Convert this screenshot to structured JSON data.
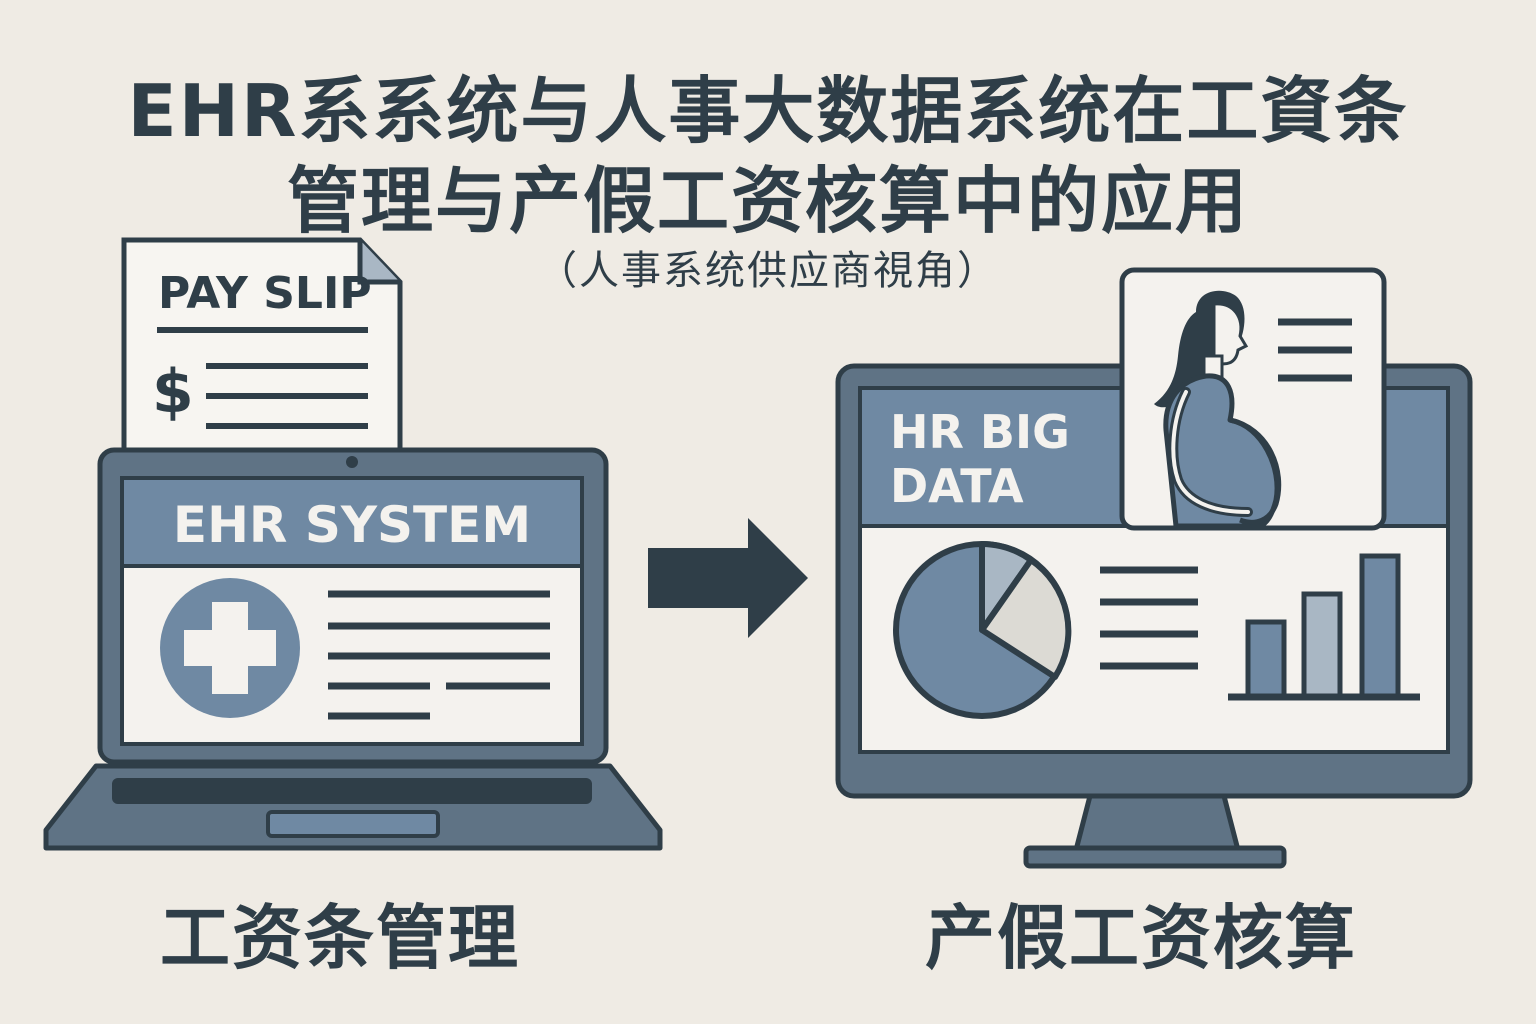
{
  "title": {
    "line1": "EHR系系统与人事大数据系统在工資条",
    "line2": "管理与产假工资核算中的应用",
    "subtitle": "（人事系统供应商視角）"
  },
  "left": {
    "payslip_label": "PAY SLIP",
    "dollar_sign": "$",
    "screen_label": "EHR SYSTEM",
    "caption": "工资条管理"
  },
  "right": {
    "screen_label_line1": "HR BIG",
    "screen_label_line2": "DATA",
    "caption": "产假工资核算"
  },
  "colors": {
    "background": "#efebe4",
    "dark": "#2f3e48",
    "slate": "#5f7385",
    "blue": "#6f89a3",
    "light_blue": "#a9b7c4",
    "pale": "#f4f2ee"
  },
  "icons": [
    "payslip-document-icon",
    "laptop-icon",
    "medical-cross-icon",
    "arrow-right-icon",
    "monitor-icon",
    "pregnant-woman-icon",
    "pie-chart-icon",
    "bar-chart-icon"
  ]
}
